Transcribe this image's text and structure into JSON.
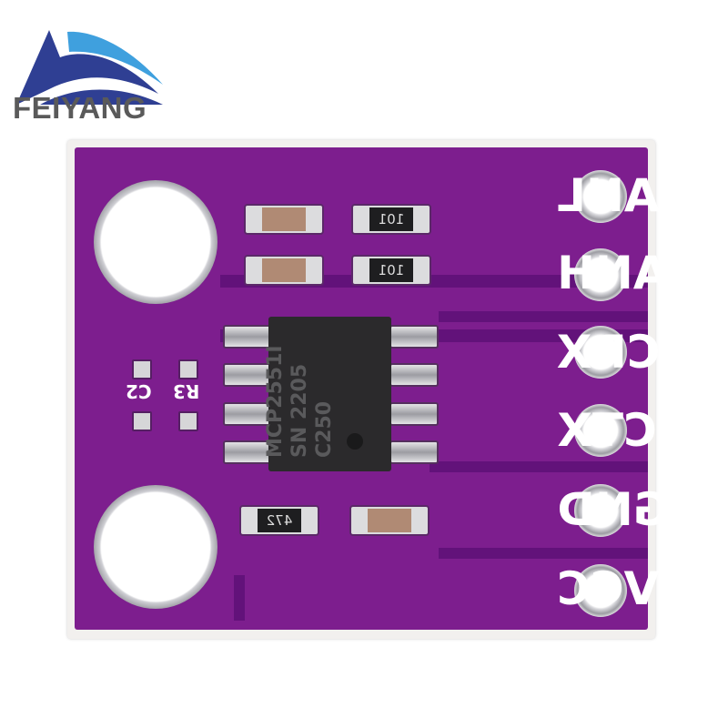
{
  "logo": {
    "brand": "FEIYANG",
    "colors": {
      "swoosh": "#2f3f93",
      "swoosh_light": "#3fa0de",
      "text": "#5a5a5a"
    }
  },
  "board": {
    "color": "#7d1e8e",
    "pins": [
      {
        "label": "CANL"
      },
      {
        "label": "CANH"
      },
      {
        "label": "CRX"
      },
      {
        "label": "CTX"
      },
      {
        "label": "GND"
      },
      {
        "label": "VCC"
      }
    ],
    "chip": {
      "line1": "MCP2551I",
      "line2": "SN 2205",
      "line3": "C250"
    },
    "resistors": [
      "101",
      "101",
      "472"
    ],
    "silkscreen": [
      "R3",
      "C2"
    ]
  }
}
